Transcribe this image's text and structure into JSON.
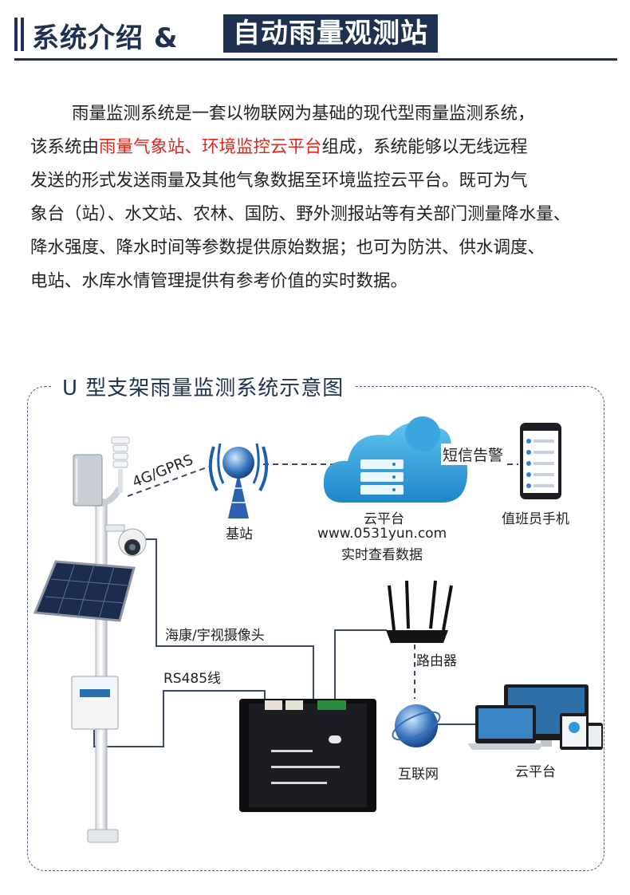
{
  "header": {
    "title_left": "系统介绍 &",
    "title_right": "自动雨量观测站"
  },
  "intro": {
    "line1": "雨量监测系统是一套以物联网为基础的现代型雨量监测系统，",
    "line2_pre": "该系统由",
    "line2_highlight": "雨量气象站、环境监控云平台",
    "line2_post": "组成，系统能够以无线远程",
    "line3": "发送的形式发送雨量及其他气象数据至环境监控云平台。既可为气",
    "line4": "象台（站）、水文站、农林、国防、野外测报站等有关部门测量降水量、",
    "line5": "降水强度、降水时间等参数提供原始数据；也可为防洪、供水调度、",
    "line6": "电站、水库水情管理提供有参考价值的实时数据。",
    "highlight_color": "#e0251b"
  },
  "diagram": {
    "title": "U 型支架雨量监测系统示意图",
    "labels": {
      "gprs": "4G/GPRS",
      "base_station": "基站",
      "sms_alarm": "短信告警",
      "cloud_platform": "云平台",
      "website": "www.0531yun.com",
      "realtime": "实时查看数据",
      "duty_phone": "值班员手机",
      "camera": "海康/宇视摄像头",
      "rs485": "RS485线",
      "router": "路由器",
      "internet": "互联网",
      "cloud_platform_2": "云平台"
    },
    "colors": {
      "primary": "#1f3050",
      "cloud": "#2a9bd8",
      "line": "#3c4a66"
    }
  }
}
